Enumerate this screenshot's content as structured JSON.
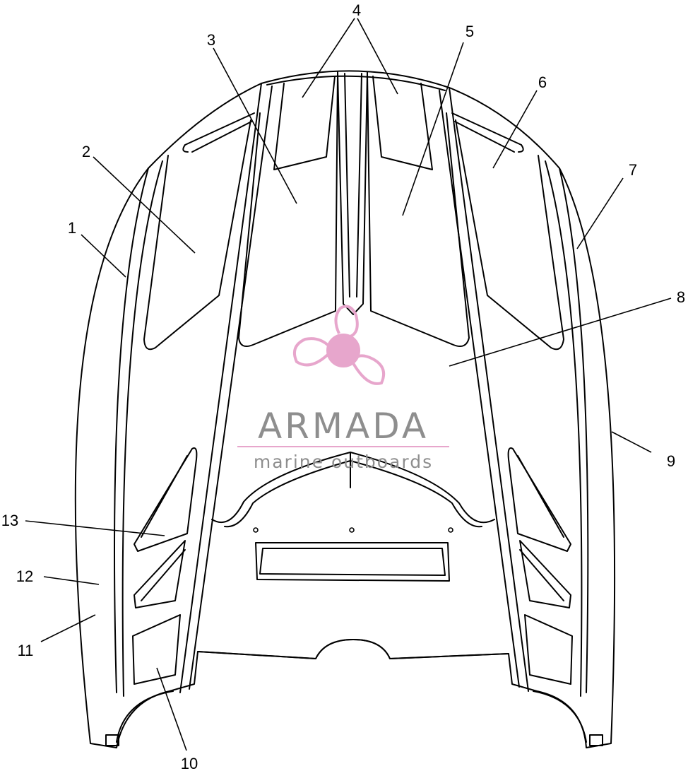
{
  "watermark": {
    "brand": "ARMADA",
    "tagline": "marine outboards",
    "brand_color": "#8e8e8e",
    "accent_color": "#e7a6cc"
  },
  "callouts": [
    {
      "id": "label-1",
      "text": "1"
    },
    {
      "id": "label-2",
      "text": "2"
    },
    {
      "id": "label-3",
      "text": "3"
    },
    {
      "id": "label-4",
      "text": "4"
    },
    {
      "id": "label-5",
      "text": "5"
    },
    {
      "id": "label-6",
      "text": "6"
    },
    {
      "id": "label-7",
      "text": "7"
    },
    {
      "id": "label-8",
      "text": "8"
    },
    {
      "id": "label-9",
      "text": "9"
    },
    {
      "id": "label-10",
      "text": "10"
    },
    {
      "id": "label-11",
      "text": "11"
    },
    {
      "id": "label-12",
      "text": "12"
    },
    {
      "id": "label-13",
      "text": "13"
    }
  ]
}
